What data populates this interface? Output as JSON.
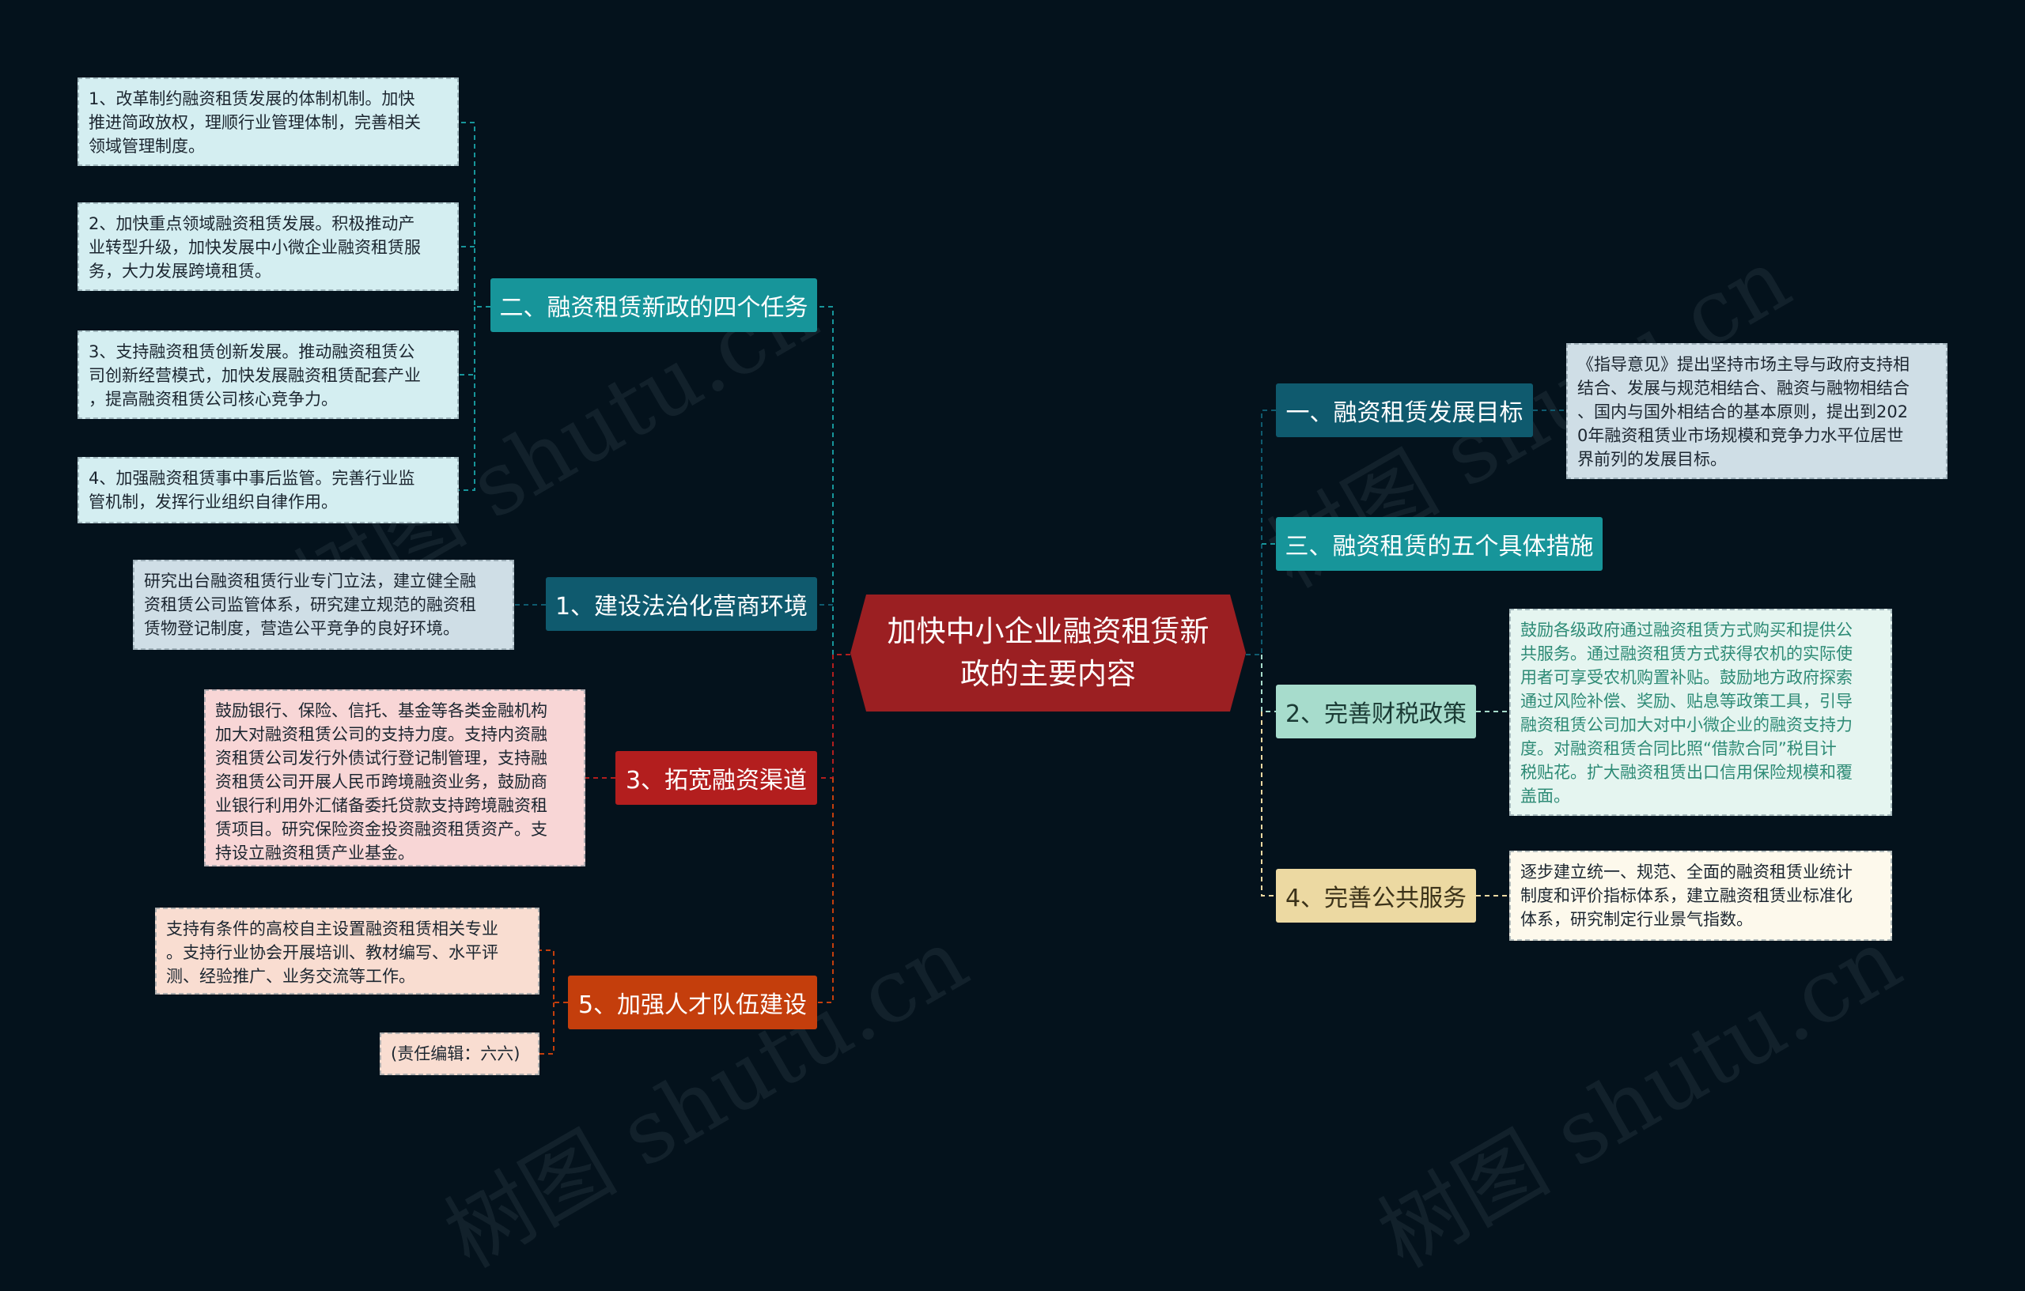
{
  "root": {
    "label": "加快中小企业融资租赁新\n政的主要内容"
  },
  "left_branches": [
    {
      "label": "二、融资租赁新政的四个任务",
      "color": "#17959a",
      "children": [
        "1、改革制约融资租赁发展的体制机制。加快\n推进简政放权，理顺行业管理体制，完善相关\n领域管理制度。",
        "2、加快重点领域融资租赁发展。积极推动产\n业转型升级，加快发展中小微企业融资租赁服\n务，大力发展跨境租赁。",
        "3、支持融资租赁创新发展。推动融资租赁公\n司创新经营模式，加快发展融资租赁配套产业\n，提高融资租赁公司核心竞争力。",
        "4、加强融资租赁事中事后监管。完善行业监\n管机制，发挥行业组织自律作用。"
      ]
    },
    {
      "label": "1、建设法治化营商环境",
      "color": "#0f5a6e",
      "children": [
        "研究出台融资租赁行业专门立法，建立健全融\n资租赁公司监管体系，研究建立规范的融资租\n赁物登记制度，营造公平竞争的良好环境。"
      ]
    },
    {
      "label": "3、拓宽融资渠道",
      "color": "#b31e1e",
      "children": [
        "鼓励银行、保险、信托、基金等各类金融机构\n加大对融资租赁公司的支持力度。支持内资融\n资租赁公司发行外债试行登记制管理，支持融\n资租赁公司开展人民币跨境融资业务，鼓励商\n业银行利用外汇储备委托贷款支持跨境融资租\n赁项目。研究保险资金投资融资租赁资产。支\n持设立融资租赁产业基金。"
      ]
    },
    {
      "label": "5、加强人才队伍建设",
      "color": "#c43e0c",
      "children": [
        "支持有条件的高校自主设置融资租赁相关专业\n。支持行业协会开展培训、教材编写、水平评\n测、经验推广、业务交流等工作。",
        "(责任编辑：六六)"
      ]
    }
  ],
  "right_branches": [
    {
      "label": "一、融资租赁发展目标",
      "color": "#0f5a6e",
      "children": [
        "《指导意见》提出坚持市场主导与政府支持相\n结合、发展与规范相结合、融资与融物相结合\n、国内与国外相结合的基本原则，提出到202\n0年融资租赁业市场规模和竞争力水平位居世\n界前列的发展目标。"
      ]
    },
    {
      "label": "三、融资租赁的五个具体措施",
      "color": "#17959a",
      "children": []
    },
    {
      "label": "2、完善财税政策",
      "color": "#a7dccc",
      "children": [
        "鼓励各级政府通过融资租赁方式购买和提供公\n共服务。通过融资租赁方式获得农机的实际使\n用者可享受农机购置补贴。鼓励地方政府探索\n通过风险补偿、奖励、贴息等政策工具，引导\n融资租赁公司加大对中小微企业的融资支持力\n度。对融资租赁合同比照“借款合同”税目计\n税贴花。扩大融资租赁出口信用保险规模和覆\n盖面。"
      ]
    },
    {
      "label": "4、完善公共服务",
      "color": "#ecd9a2",
      "children": [
        "逐步建立统一、规范、全面的融资租赁业统计\n制度和评价指标体系，建立融资租赁业标准化\n体系，研究制定行业景气指数。"
      ]
    }
  ],
  "watermark": "树图 shutu.cn"
}
